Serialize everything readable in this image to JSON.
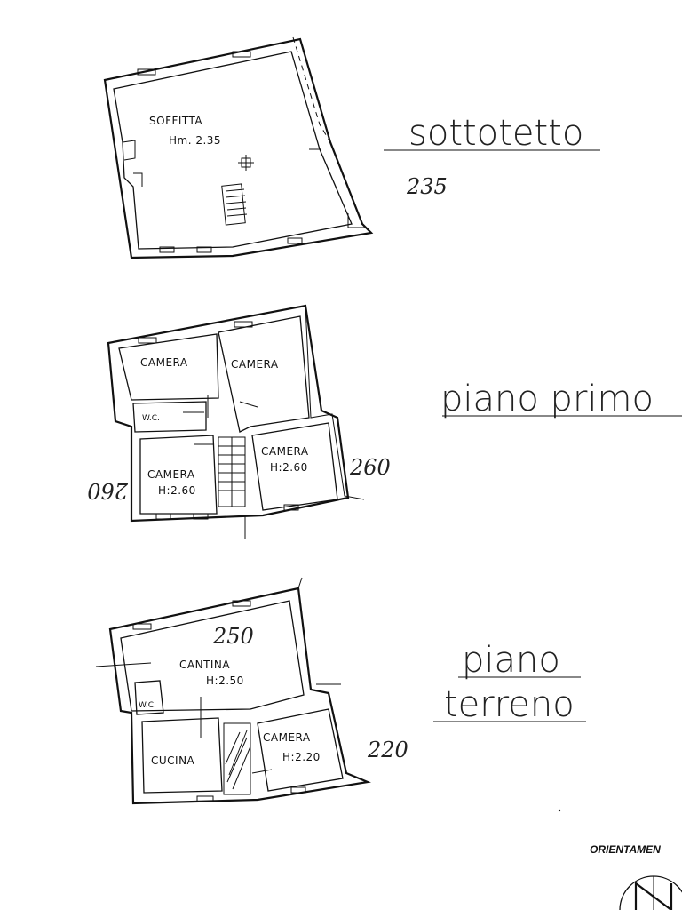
{
  "attic": {
    "floor_label": "sottotetto",
    "height_note": "235",
    "room_name": "SOFFITTA",
    "room_height": "Hm. 2.35"
  },
  "first_floor": {
    "floor_label": "piano primo",
    "rooms": [
      {
        "name": "CAMERA"
      },
      {
        "name": "CAMERA"
      },
      {
        "name": "W.C."
      },
      {
        "name": "CAMERA",
        "height": "H:2.60"
      },
      {
        "name": "CAMERA",
        "height": "H:2.60"
      }
    ],
    "height_note_left": "260",
    "height_note_right": "260"
  },
  "ground_floor": {
    "floor_label_line1": "piano",
    "floor_label_line2": "terreno",
    "rooms": [
      {
        "name": "CANTINA",
        "height": "H:2.50"
      },
      {
        "name": "W.C."
      },
      {
        "name": "CUCINA"
      },
      {
        "name": "CAMERA",
        "height": "H:2.20"
      }
    ],
    "height_note_top": "250",
    "height_note_right": "220"
  },
  "orientation": {
    "label": "ORIENTAMEN"
  }
}
